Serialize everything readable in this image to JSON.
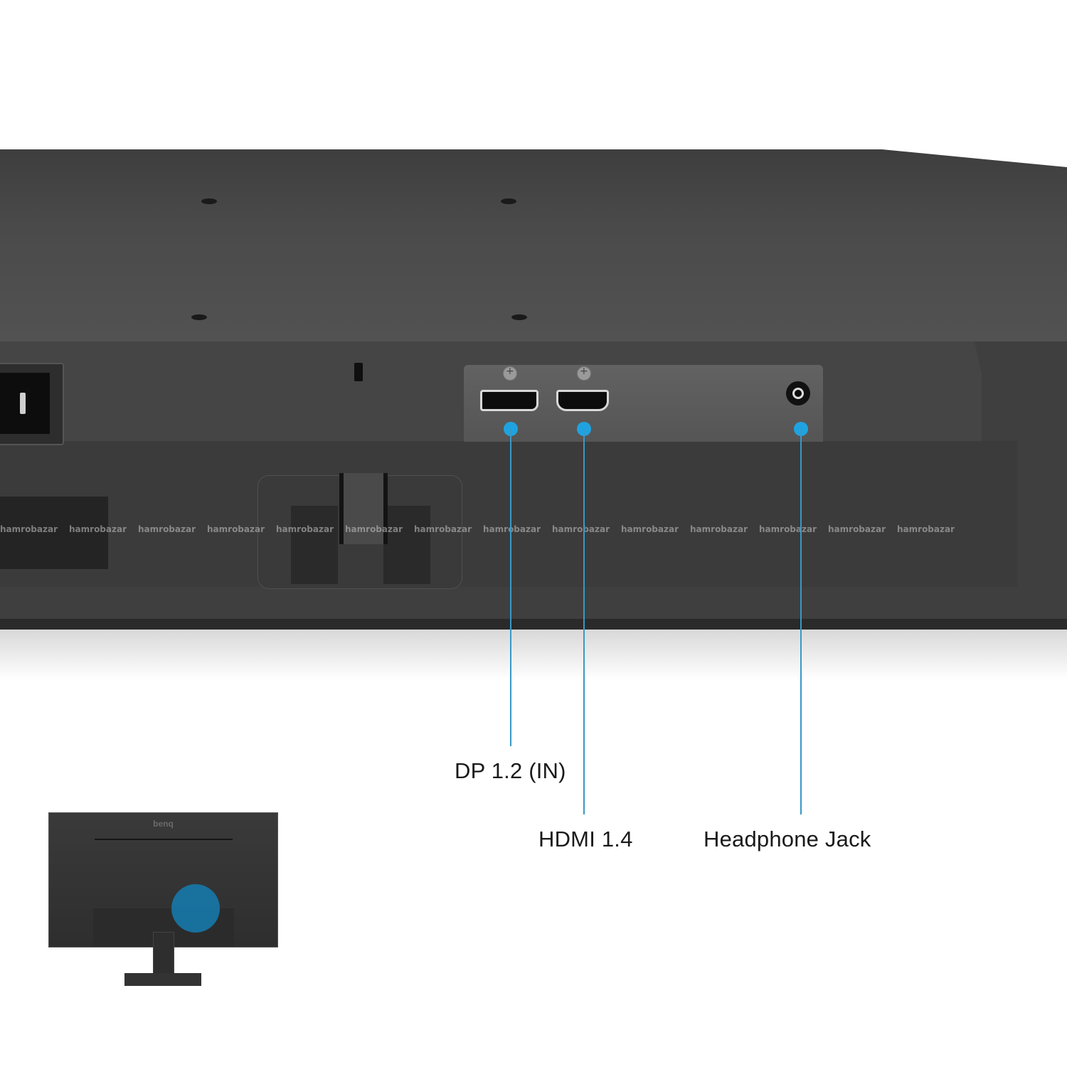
{
  "image": {
    "subject": "Monitor rear I/O ports close-up",
    "brand_on_thumbnail": "benq",
    "accent_color": "#1fa3e0",
    "callout_line_color": "#3a98c7"
  },
  "callouts": [
    {
      "id": "dp",
      "label": "DP 1.2 (IN)",
      "port_icon": "displayport-icon"
    },
    {
      "id": "hdmi",
      "label": "HDMI 1.4",
      "port_icon": "hdmi-icon"
    },
    {
      "id": "headphone",
      "label": "Headphone Jack",
      "port_icon": "audio-jack-icon"
    }
  ],
  "watermark": {
    "text": "hamrobazar",
    "repeat": 14
  }
}
